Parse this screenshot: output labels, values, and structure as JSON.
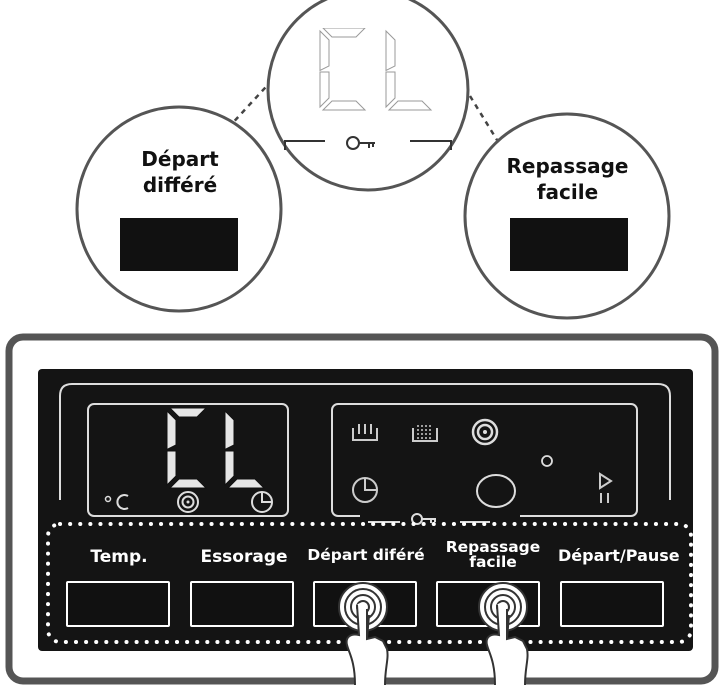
{
  "display_code": "CL",
  "callouts": {
    "left_line1": "Départ",
    "left_line2": "différé",
    "right_line1": "Repassage",
    "right_line2": "facile"
  },
  "panel": {
    "buttons": [
      {
        "label": "Temp.",
        "label2": ""
      },
      {
        "label": "Essorage",
        "label2": ""
      },
      {
        "label": "Départ diféré",
        "label2": ""
      },
      {
        "label": "Repassage",
        "label2": "facile"
      },
      {
        "label": "Départ/Pause",
        "label2": ""
      }
    ]
  },
  "icons": {
    "key": "key-icon",
    "temperature": "celsius-icon",
    "spin": "spin-icon",
    "timer": "timer-icon",
    "prewash": "prewash-icon",
    "intensive": "intensive-icon",
    "rinse": "rinse-icon",
    "start_pause": "play-pause-icon",
    "touch": "finger-touch-icon"
  },
  "colors": {
    "panel_bg": "#141414",
    "frame": "#555555",
    "segment": "#e6e6e6",
    "callout_rect": "#111111"
  }
}
